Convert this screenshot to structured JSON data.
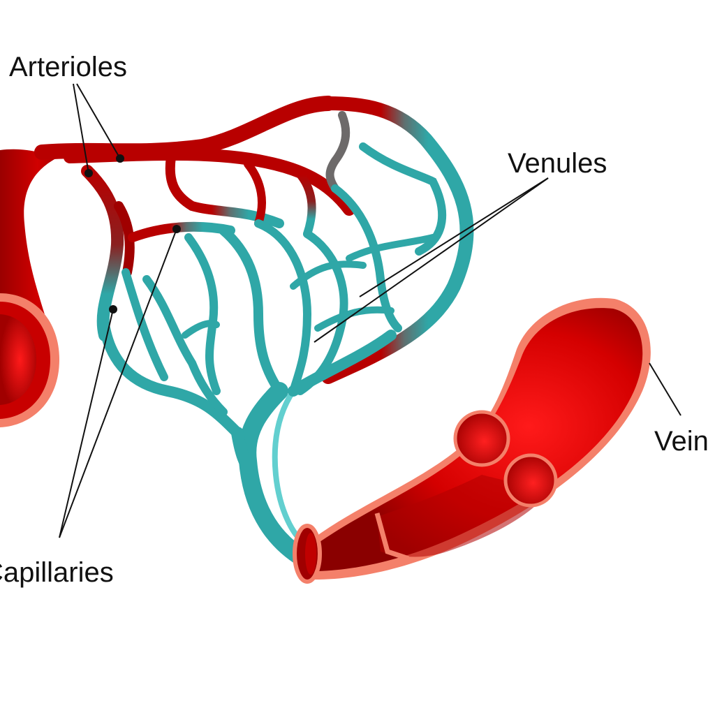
{
  "labels": {
    "arterioles": "Arterioles",
    "venules": "Venules",
    "vein": "Vein",
    "capillaries": "Capillaries"
  },
  "colors": {
    "artery": "#c00000",
    "artery_dark": "#8e0000",
    "vein_fill": "#e00000",
    "vein_rim": "#f4806a",
    "venous_blood": "#2fa7a7",
    "venous_highlight": "#62cfcf",
    "leader_line": "#111111"
  }
}
